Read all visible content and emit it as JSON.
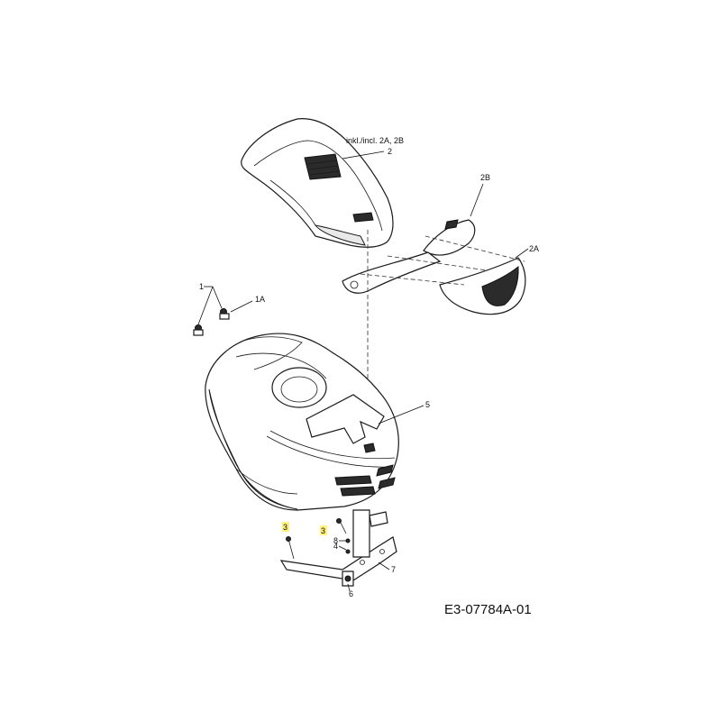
{
  "diagram": {
    "code": "E3-07784A-01",
    "note_incl": "inkl./incl. 2A, 2B",
    "labels": {
      "p1": "1",
      "p1a": "1A",
      "p2": "2",
      "p2a": "2A",
      "p2b": "2B",
      "p3a": "3",
      "p3b": "3",
      "p4": "4",
      "p5": "5",
      "p6": "6",
      "p7": "7",
      "p8": "8"
    },
    "highlight_color": "#fff17a"
  }
}
